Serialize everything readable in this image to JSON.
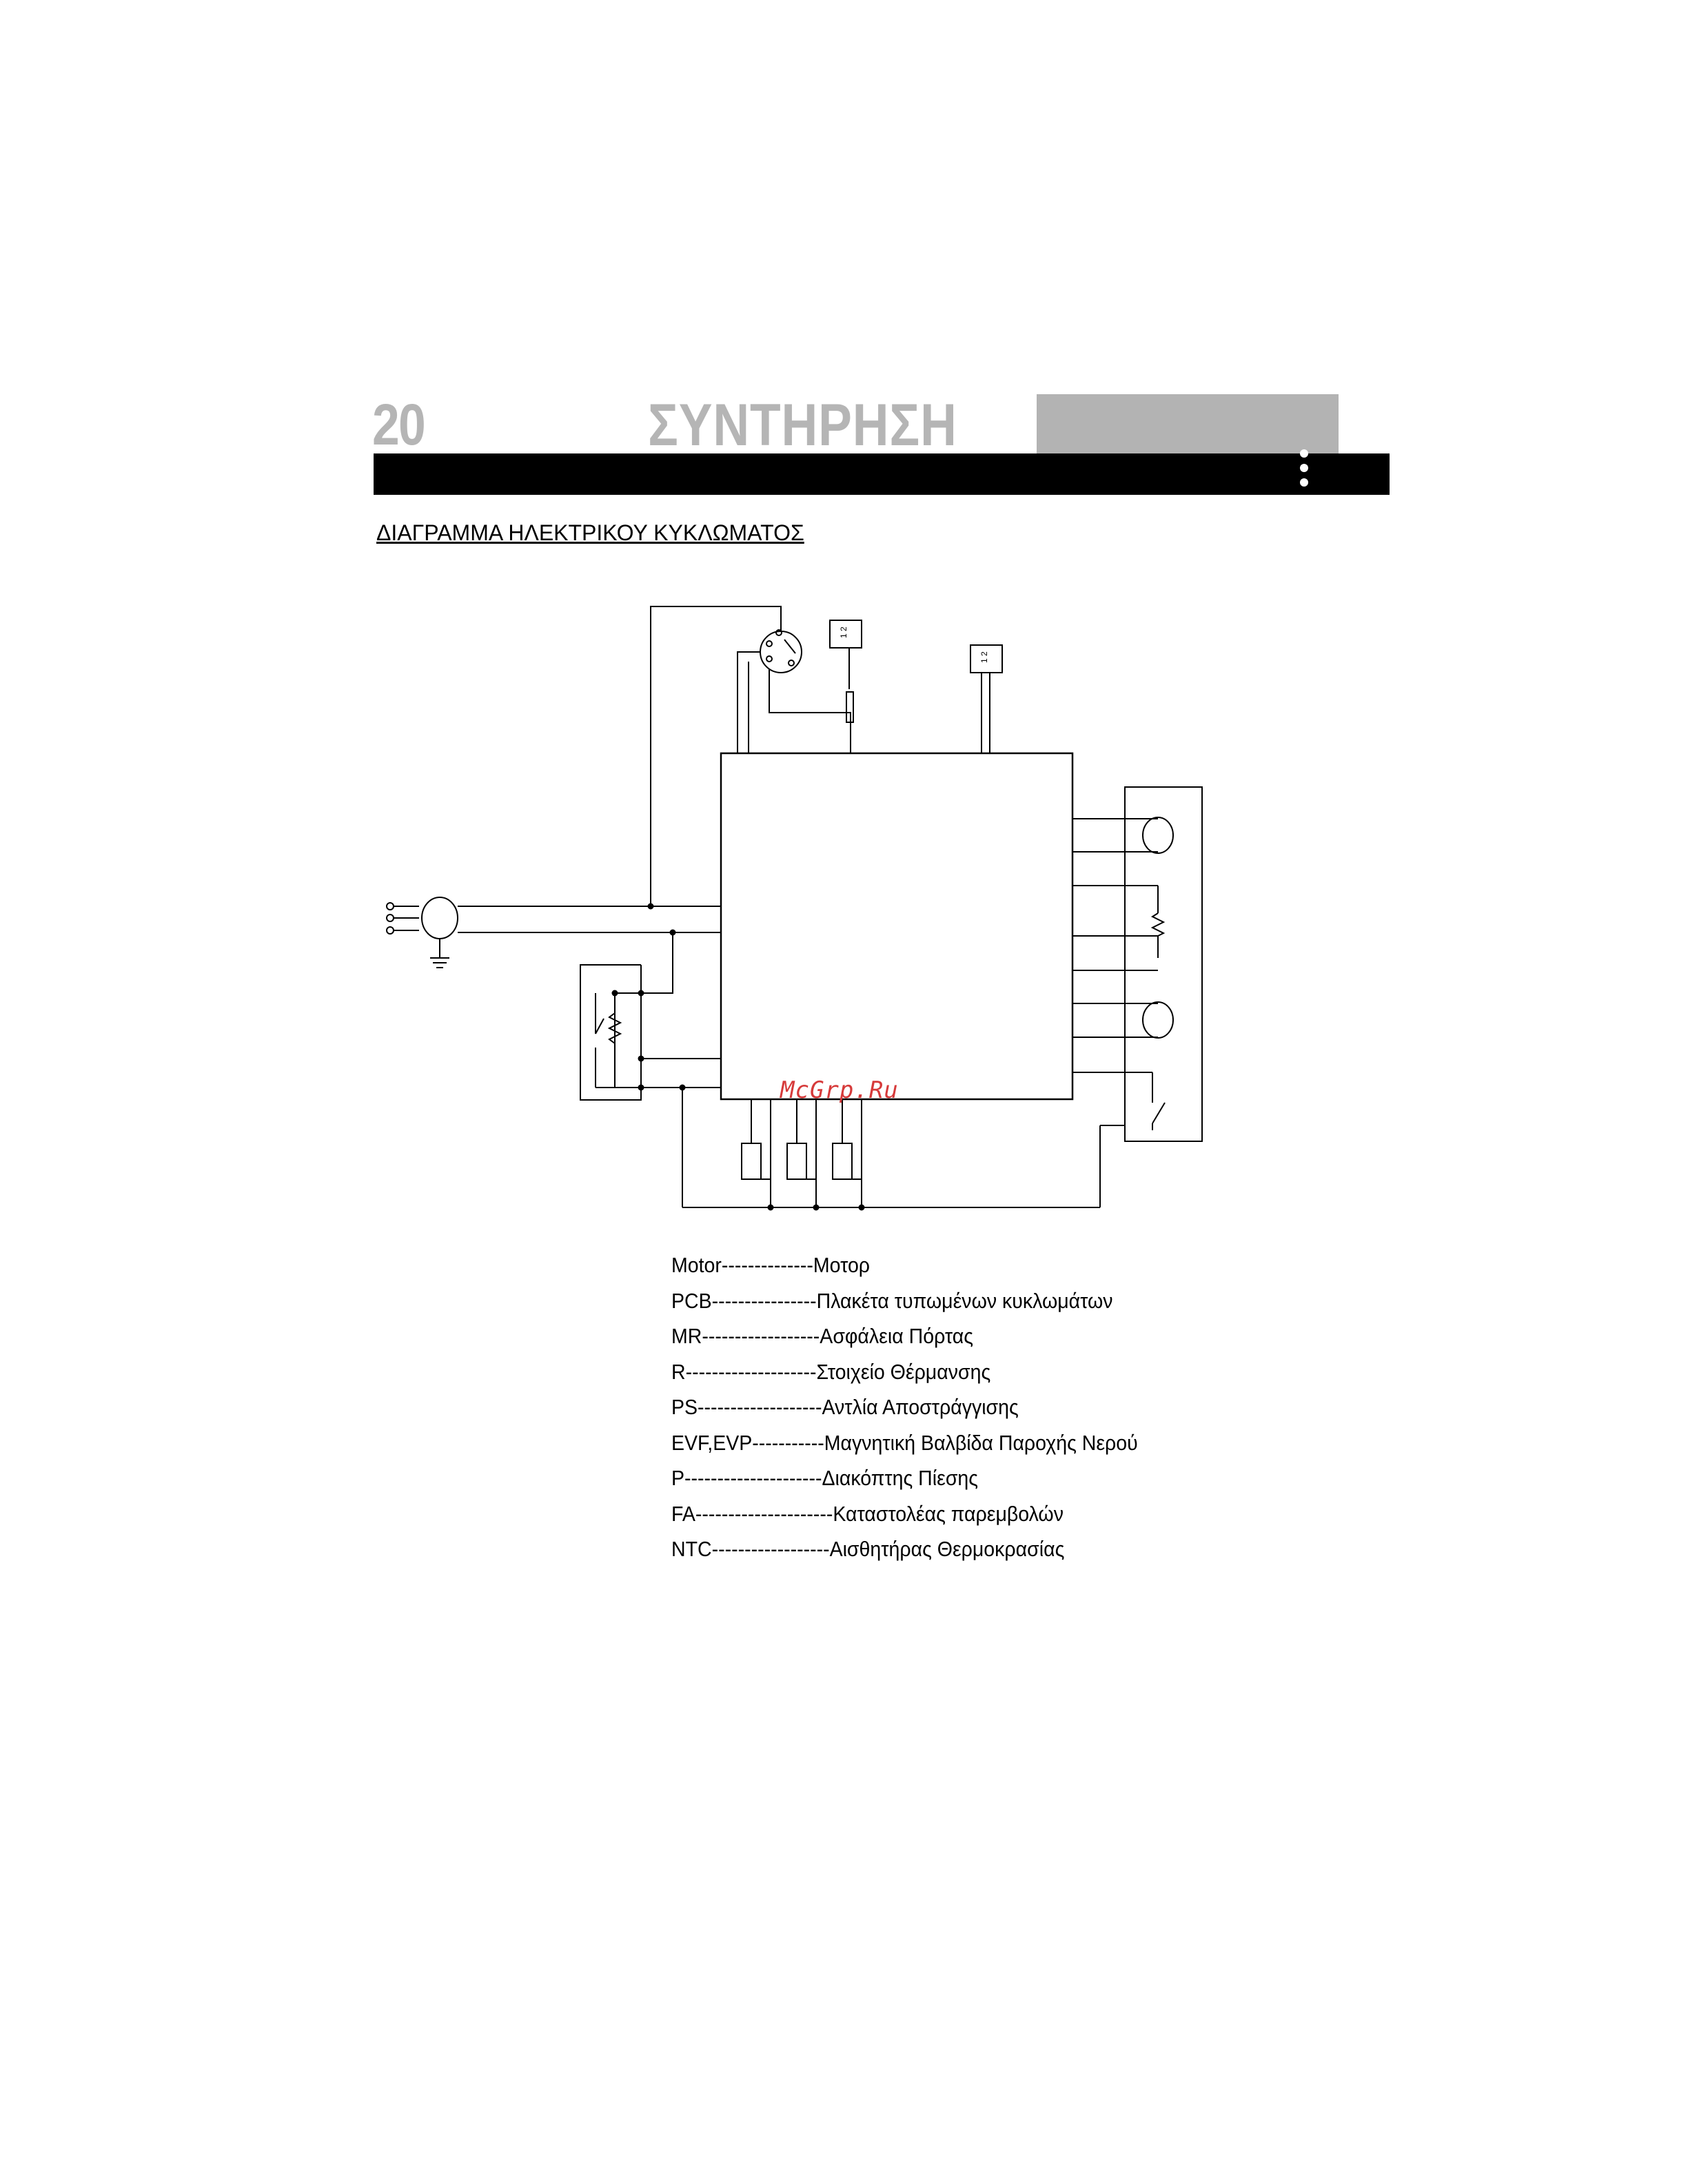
{
  "header": {
    "page_number": "20",
    "title": "ΣΥΝΤΗΡΗΣΗ"
  },
  "section": {
    "heading": "ΔΙΑΓΡΑΜΜΑ ΗΛΕΚΤΡΙΚΟΥ ΚΥΚΛΩΜΑΤΟΣ"
  },
  "diagram": {
    "connector_pins": "1 2"
  },
  "watermark": "McGrp.Ru",
  "legend": [
    "Motor--------------Μοτορ",
    "PCB----------------Πλακέτα τυπωμένων κυκλωμάτων",
    "MR------------------Ασφάλεια Πόρτας",
    "R--------------------Στοιχείο Θέρμανσης",
    "PS-------------------Αντλία Αποστράγγισης",
    "EVF,EVP-----------Μαγνητική Βαλβίδα Παροχής Νερού",
    "P---------------------Διακόπτης Πίεσης",
    "FA---------------------Καταστολέας παρεμβολών",
    "NTC------------------Αισθητήρας Θερμοκρασίας"
  ]
}
